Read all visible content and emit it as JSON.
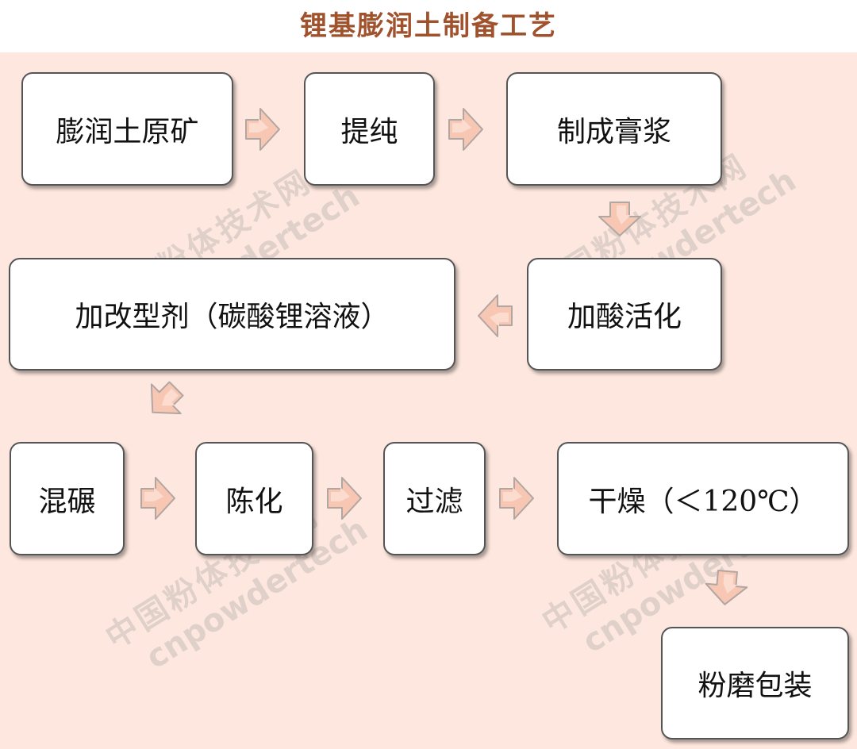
{
  "title": "锂基膨润土制备工艺",
  "steps": {
    "s1": "膨润土原矿",
    "s2": "提纯",
    "s3": "制成膏浆",
    "s4": "加酸活化",
    "s5": "加改型剂（碳酸锂溶液）",
    "s6": "混碾",
    "s7": "陈化",
    "s8": "过滤",
    "s9": "干燥（＜120℃）",
    "s10": "粉磨包装"
  },
  "watermark": {
    "line1": "中国粉体技术网",
    "line2": "cnpowdertech"
  },
  "colors": {
    "title": "#a0522d",
    "panel_bg": "#fde7de",
    "arrow_fill": "#f8c7b4",
    "arrow_stroke": "#b0a6a2"
  }
}
